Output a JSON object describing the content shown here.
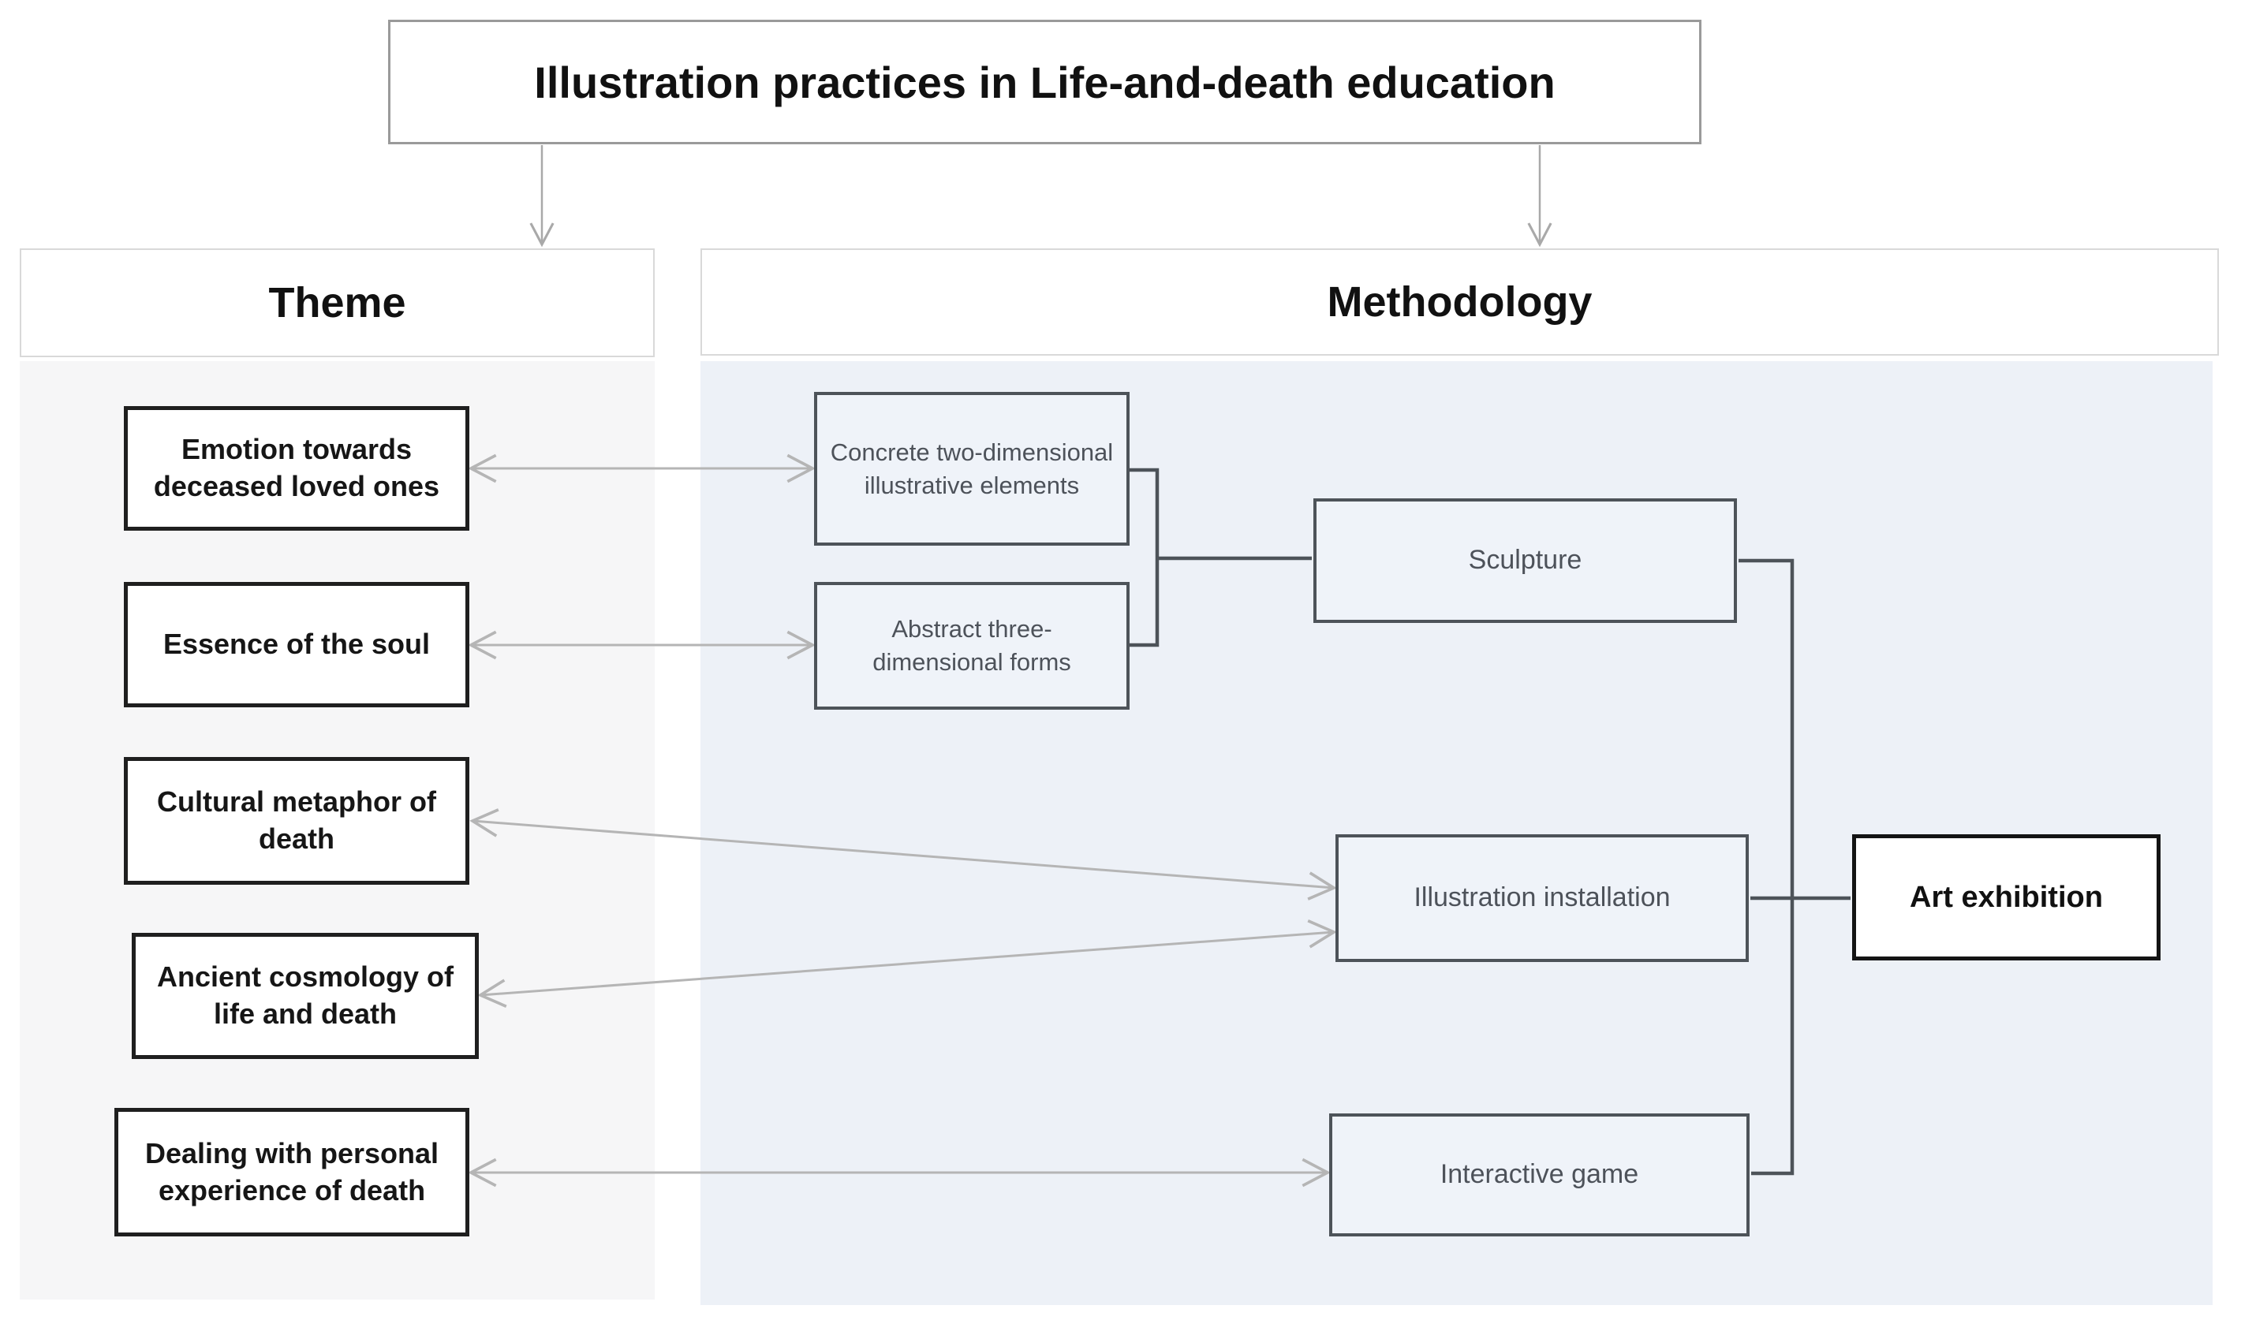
{
  "title": {
    "label": "Illustration practices in Life-and-death education"
  },
  "theme": {
    "header": "Theme",
    "items": [
      {
        "label": "Emotion towards deceased loved ones"
      },
      {
        "label": "Essence of the soul"
      },
      {
        "label": "Cultural metaphor of death"
      },
      {
        "label": "Ancient cosmology of life and death"
      },
      {
        "label": "Dealing with personal experience of death"
      }
    ]
  },
  "methodology": {
    "header": "Methodology",
    "items": [
      {
        "label": "Concrete two-dimensional illustrative elements"
      },
      {
        "label": "Abstract three-dimensional forms"
      },
      {
        "label": "Sculpture"
      },
      {
        "label": "Illustration installation"
      },
      {
        "label": "Interactive game"
      },
      {
        "label": "Art exhibition"
      }
    ]
  },
  "connections": [
    {
      "from": "Illustration practices in Life-and-death education",
      "to": "Theme",
      "style": "arrow-down"
    },
    {
      "from": "Illustration practices in Life-and-death education",
      "to": "Methodology",
      "style": "arrow-down"
    },
    {
      "from": "Emotion towards deceased loved ones",
      "to": "Concrete two-dimensional illustrative elements",
      "style": "double-arrow"
    },
    {
      "from": "Essence of the soul",
      "to": "Abstract three-dimensional forms",
      "style": "double-arrow"
    },
    {
      "from": "Cultural metaphor of death",
      "to": "Illustration installation",
      "style": "double-arrow"
    },
    {
      "from": "Ancient cosmology of life and death",
      "to": "Illustration installation",
      "style": "double-arrow"
    },
    {
      "from": "Dealing with personal experience of death",
      "to": "Interactive game",
      "style": "double-arrow"
    },
    {
      "from": "Concrete two-dimensional illustrative elements",
      "to": "Sculpture",
      "style": "bracket"
    },
    {
      "from": "Abstract three-dimensional forms",
      "to": "Sculpture",
      "style": "bracket"
    },
    {
      "from": "Sculpture",
      "to": "Art exhibition",
      "style": "bracket"
    },
    {
      "from": "Illustration installation",
      "to": "Art exhibition",
      "style": "line"
    },
    {
      "from": "Interactive game",
      "to": "Art exhibition",
      "style": "bracket"
    }
  ],
  "colors": {
    "theme_panel_bg": "#f6f6f7",
    "methodology_panel_bg": "#edf1f7",
    "methodology_box_bg": "#eff3f9",
    "dark_line": "#4d5359",
    "methodology_text": "#4d525a",
    "light_arrow": "#b5b5b5",
    "title_arrow": "#a9a9a9",
    "black_border": "#1f1f1f",
    "header_border": "#d9d9d9",
    "title_border": "#9a9a9a"
  }
}
